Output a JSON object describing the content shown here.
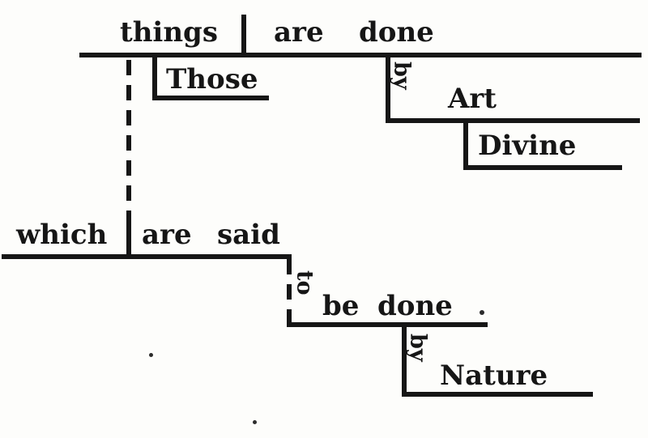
{
  "main_clause": {
    "subject": "things",
    "determiner": "Those",
    "verb_aux": "are",
    "verb_main": "done",
    "prep": "by",
    "prep_object": "Art",
    "prep_object_modifier": "Divine"
  },
  "relative_clause": {
    "subject": "which",
    "verb_aux": "are",
    "verb_main": "said",
    "infinitive_marker": "to",
    "infinitive_aux": "be",
    "infinitive_verb": "done",
    "prep": "by",
    "prep_object": "Nature"
  }
}
